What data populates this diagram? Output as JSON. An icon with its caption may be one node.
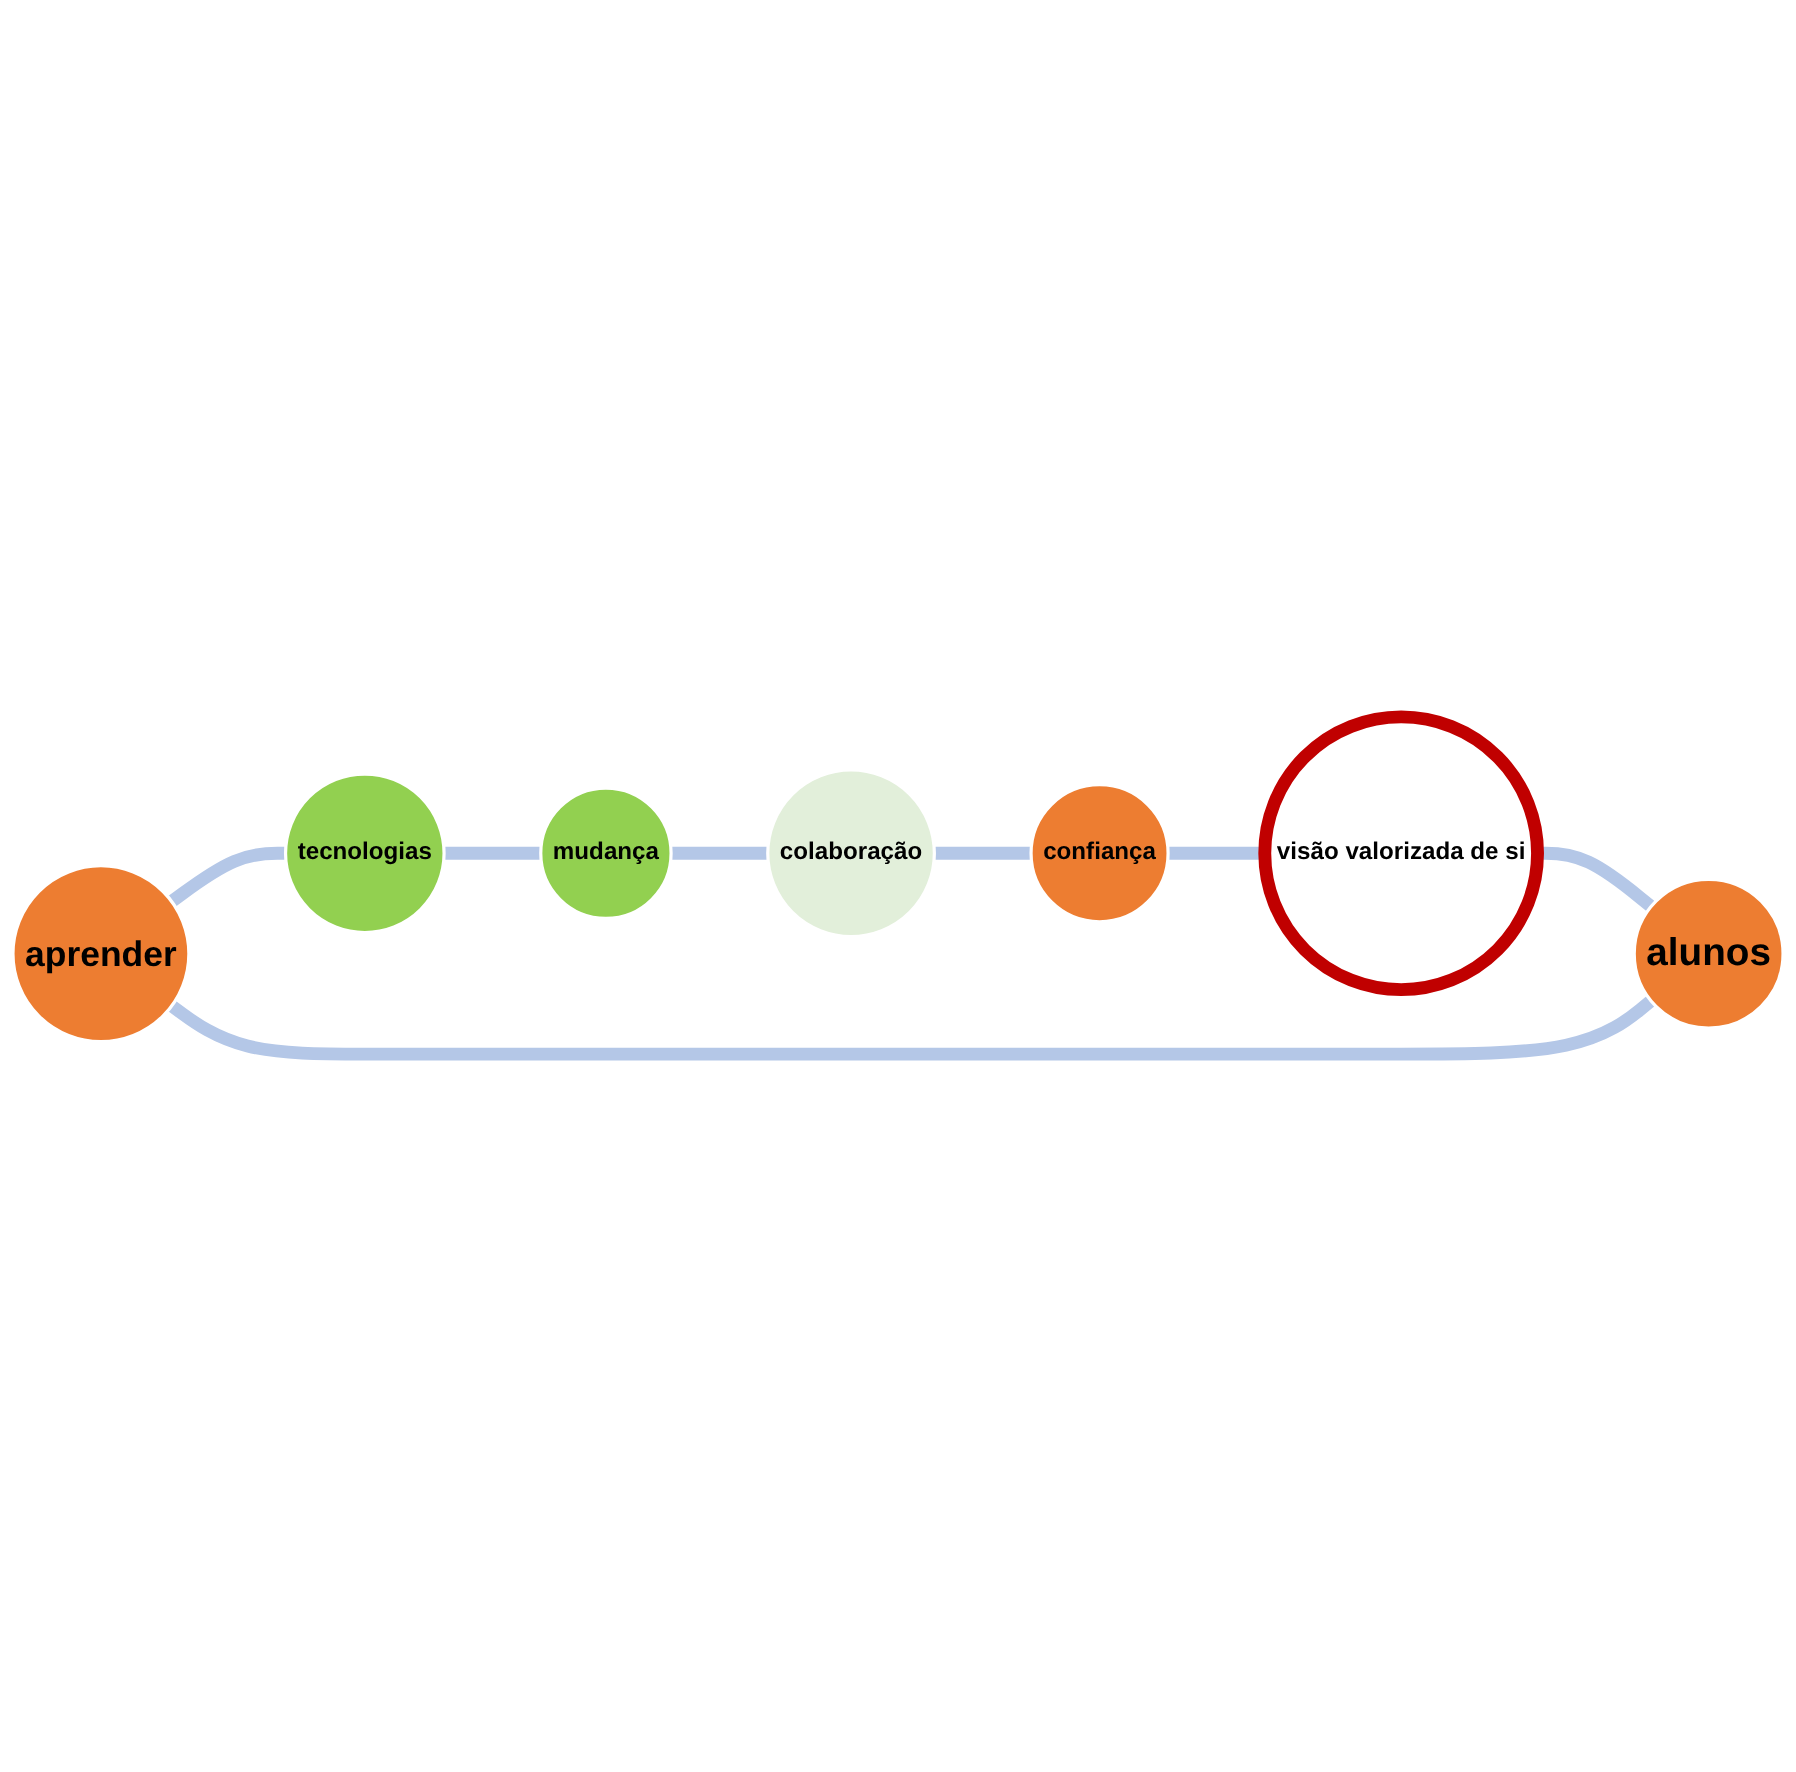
{
  "diagram": {
    "nodes": [
      {
        "text": [
          "aprender"
        ]
      },
      {
        "text": [
          "tecnologias"
        ]
      },
      {
        "text": [
          "mudança"
        ]
      },
      {
        "text": [
          "colaboração"
        ]
      },
      {
        "text": [
          "confiança"
        ]
      },
      {
        "text": [
          "visão valorizada de si"
        ]
      },
      {
        "text": [
          "alunos"
        ]
      }
    ],
    "edges": [
      {
        "from": 0,
        "to": 1,
        "arrow": "none"
      },
      {
        "from": 1,
        "to": 2,
        "arrow": "none"
      },
      {
        "from": 2,
        "to": 3,
        "arrow": "none"
      },
      {
        "from": 3,
        "to": 4,
        "arrow": "none"
      },
      {
        "from": 4,
        "to": 5,
        "arrow": "none"
      },
      {
        "from": 5,
        "to": 6,
        "arrow": "none"
      },
      {
        "from": 6,
        "to": 0,
        "arrow": "none"
      }
    ]
  }
}
